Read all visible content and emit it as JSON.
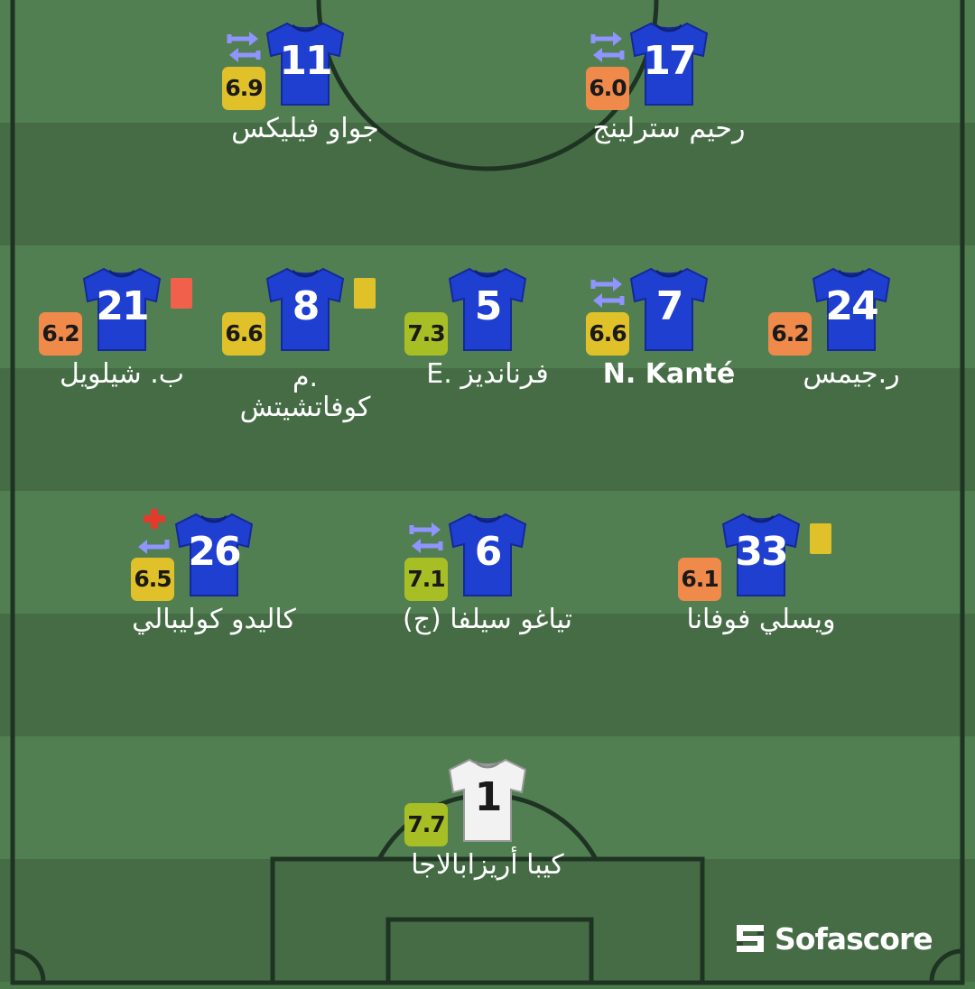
{
  "brand": {
    "name": "Sofascore",
    "color": "#ffffff",
    "icon": "sofascore-logo-icon"
  },
  "colors": {
    "kit_outfield": "#1f3fd1",
    "kit_goalkeeper": "#f2f2f2",
    "card_yellow": "#e0c12a",
    "card_red": "#f0604a",
    "sub_arrows": "#8f94ff",
    "injury_cross": "#e23b2e",
    "rating_high": "#a7bf24",
    "rating_mid": "#e0c12a",
    "rating_low": "#f08a4b"
  },
  "players": [
    {
      "number": "11",
      "rating": "6.9",
      "rating_band": "mid",
      "name": "جواو فيليكس",
      "subbed": true,
      "card": null,
      "injured": false,
      "keeper": false
    },
    {
      "number": "17",
      "rating": "6.0",
      "rating_band": "low",
      "name": "رحيم سترلينج",
      "subbed": true,
      "card": null,
      "injured": false,
      "keeper": false
    },
    {
      "number": "21",
      "rating": "6.2",
      "rating_band": "low",
      "name": "ب. شيلويل",
      "subbed": false,
      "card": "red",
      "injured": false,
      "keeper": false
    },
    {
      "number": "8",
      "rating": "6.6",
      "rating_band": "mid",
      "name": "م.\nكوفاتشيتش",
      "subbed": false,
      "card": "yellow",
      "injured": false,
      "keeper": false
    },
    {
      "number": "5",
      "rating": "7.3",
      "rating_band": "high",
      "name": "E. فرنانديز",
      "subbed": false,
      "card": null,
      "injured": false,
      "keeper": false
    },
    {
      "number": "7",
      "rating": "6.6",
      "rating_band": "mid",
      "name": "N. Kanté",
      "subbed": true,
      "card": null,
      "injured": false,
      "keeper": false
    },
    {
      "number": "24",
      "rating": "6.2",
      "rating_band": "low",
      "name": "ر.جيمس",
      "subbed": false,
      "card": null,
      "injured": false,
      "keeper": false
    },
    {
      "number": "26",
      "rating": "6.5",
      "rating_band": "mid",
      "name": "كاليدو كوليبالي",
      "subbed": true,
      "card": null,
      "injured": true,
      "keeper": false
    },
    {
      "number": "6",
      "rating": "7.1",
      "rating_band": "high",
      "name": "تياغو سيلفا (ج)",
      "subbed": true,
      "card": null,
      "injured": false,
      "keeper": false
    },
    {
      "number": "33",
      "rating": "6.1",
      "rating_band": "low",
      "name": "ويسلي فوفانا",
      "subbed": false,
      "card": "yellow",
      "injured": false,
      "keeper": false
    },
    {
      "number": "1",
      "rating": "7.7",
      "rating_band": "high",
      "name": "كيبا أريزابالاجا",
      "subbed": false,
      "card": null,
      "injured": false,
      "keeper": true
    }
  ]
}
